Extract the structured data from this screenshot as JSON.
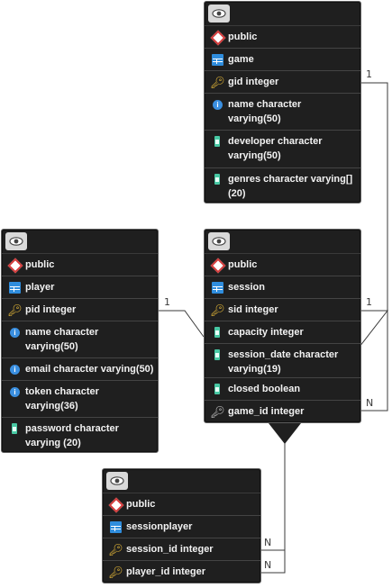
{
  "icons": {
    "view": "eye-icon",
    "schema": "schema-diamond-icon",
    "table": "table-icon",
    "primary_key": "key-icon",
    "foreign_key": "foreign-key-icon",
    "required": "info-icon",
    "column": "column-icon"
  },
  "entities": {
    "game": {
      "schema": "public",
      "table": "game",
      "columns": [
        {
          "text": "gid integer",
          "icon": "key-icon"
        },
        {
          "text": "name character varying(50)",
          "icon": "info-icon"
        },
        {
          "text": "developer character varying(50)",
          "icon": "column-icon"
        },
        {
          "text": "genres character varying[] (20)",
          "icon": "column-icon"
        }
      ]
    },
    "player": {
      "schema": "public",
      "table": "player",
      "columns": [
        {
          "text": "pid integer",
          "icon": "key-icon"
        },
        {
          "text": "name character varying(50)",
          "icon": "info-icon"
        },
        {
          "text": "email character varying(50)",
          "icon": "info-icon"
        },
        {
          "text": "token character varying(36)",
          "icon": "info-icon"
        },
        {
          "text": "password character varying (20)",
          "icon": "column-icon"
        }
      ]
    },
    "session": {
      "schema": "public",
      "table": "session",
      "columns": [
        {
          "text": "sid integer",
          "icon": "key-icon"
        },
        {
          "text": "capacity integer",
          "icon": "column-icon"
        },
        {
          "text": "session_date character varying(19)",
          "icon": "column-icon"
        },
        {
          "text": "closed boolean",
          "icon": "column-icon"
        },
        {
          "text": "game_id integer",
          "icon": "foreign-key-icon"
        }
      ]
    },
    "sessionplayer": {
      "schema": "public",
      "table": "sessionplayer",
      "columns": [
        {
          "text": "session_id integer",
          "icon": "key-icon"
        },
        {
          "text": "player_id integer",
          "icon": "key-icon"
        }
      ]
    }
  },
  "cardinality": {
    "one": "1",
    "many": "N"
  },
  "colors": {
    "entity_bg": "#1f1f1f",
    "text": "#f2f2f2",
    "key": "#f2c23a",
    "schema": "#d33b3b",
    "table": "#2f8ddd",
    "info": "#3a8fe0",
    "column": "#48c9a4",
    "edge": "#3a3a3a"
  }
}
